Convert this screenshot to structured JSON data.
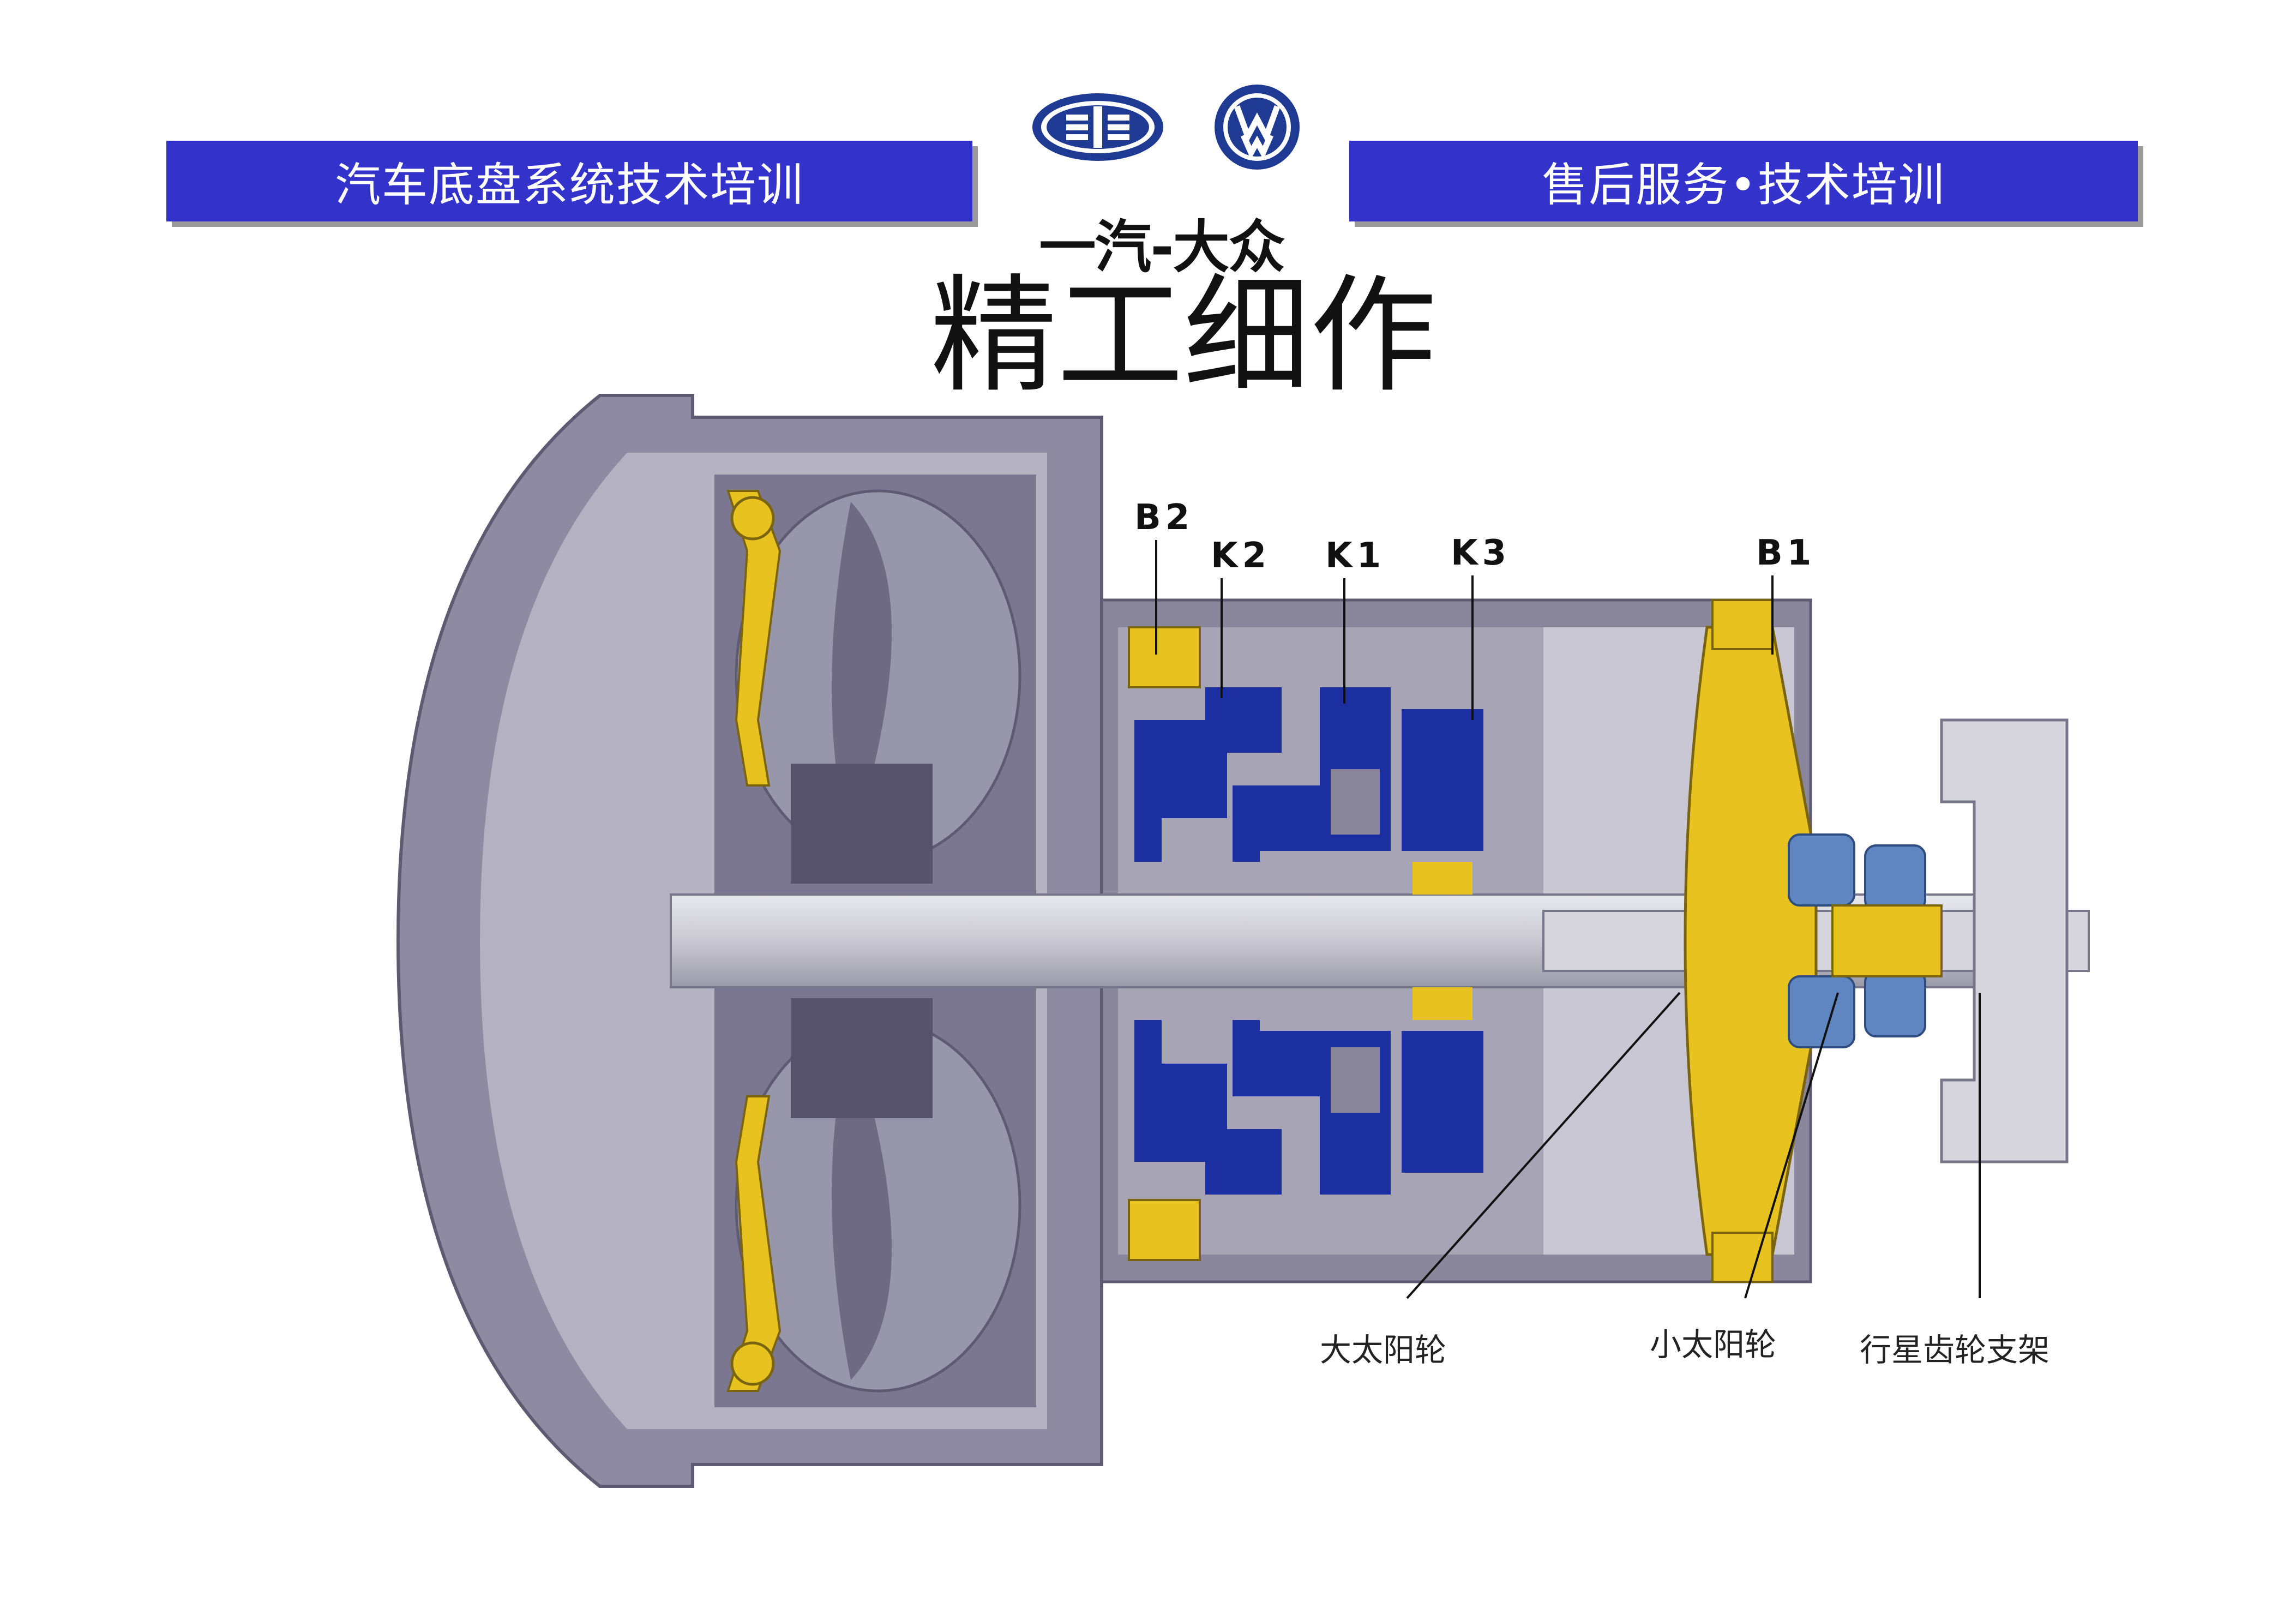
{
  "header": {
    "left_banner": "汽车底盘系统技术培训",
    "right_banner": "售后服务•技术培训",
    "logo_text": "一汽-大众"
  },
  "title": "精工细作",
  "diagram": {
    "callouts": {
      "b2": "B2",
      "k2": "K2",
      "k1": "K1",
      "k3": "K3",
      "b1": "B1"
    },
    "parts": {
      "large_sun_gear": "大太阳轮",
      "small_sun_gear": "小太阳轮",
      "planet_carrier": "行星齿轮支架"
    }
  },
  "colors": {
    "banner_blue": "#3333cc",
    "logo_blue": "#1f3a93",
    "clutch_blue": "#1c2fa0",
    "brake_gold": "#e8c21e"
  }
}
